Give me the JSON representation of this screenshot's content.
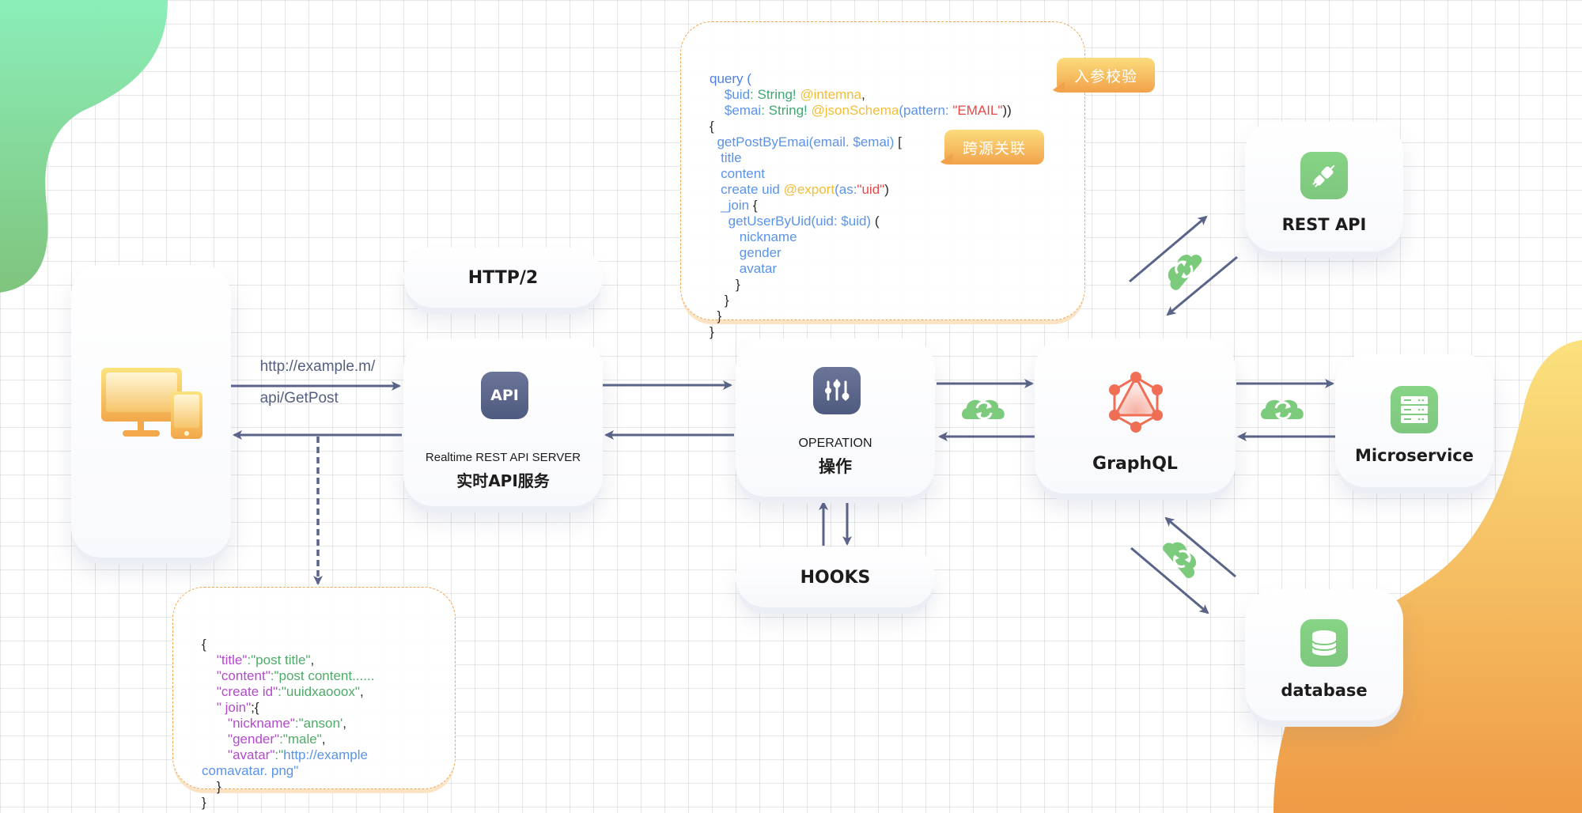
{
  "client": {
    "icon": "devices-icon",
    "request_url_line1": "http://example.m/",
    "request_url_line2": "api/GetPost"
  },
  "http2": {
    "label": "HTTP/2"
  },
  "api_server": {
    "icon_text": "API",
    "title_en": "Realtime REST API SERVER",
    "title_zh": "实时API服务"
  },
  "operation": {
    "icon": "sliders-icon",
    "title_en": "OPERATION",
    "title_zh": "操作"
  },
  "hooks": {
    "label": "HOOKS"
  },
  "graphql": {
    "icon": "graphql-logo-icon",
    "title": "GraphQL"
  },
  "rest_api": {
    "icon": "plug-icon",
    "title": "REST API"
  },
  "microservice": {
    "icon": "server-icon",
    "title": "Microservice"
  },
  "database": {
    "icon": "database-icon",
    "title": "database"
  },
  "tags": {
    "input_validation": "入参校验",
    "cross_source_join": "跨源关联"
  },
  "query_code": [
    [
      {
        "t": "query (",
        "c": "blue"
      }
    ],
    [
      {
        "t": "    $uid",
        "c": "lblue"
      },
      {
        "t": ": String! ",
        "c": "green"
      },
      {
        "t": "@intemna",
        "c": "yellow"
      },
      {
        "t": ",",
        "c": "dark"
      }
    ],
    [
      {
        "t": "    $emai",
        "c": "lblue"
      },
      {
        "t": ": String! ",
        "c": "green"
      },
      {
        "t": "@jsonSchema",
        "c": "yellow"
      },
      {
        "t": "(pattern: ",
        "c": "lblue"
      },
      {
        "t": "\"EMAIL\"",
        "c": "red"
      },
      {
        "t": "))",
        "c": "dark"
      }
    ],
    [
      {
        "t": "{",
        "c": "dark"
      }
    ],
    [
      {
        "t": "  getPostByEmai(email. $emai) ",
        "c": "lblue"
      },
      {
        "t": "[",
        "c": "dark"
      }
    ],
    [
      {
        "t": "   title",
        "c": "lblue"
      }
    ],
    [
      {
        "t": "   content",
        "c": "lblue"
      }
    ],
    [
      {
        "t": "   create uid ",
        "c": "lblue"
      },
      {
        "t": "@export",
        "c": "yellow"
      },
      {
        "t": "(as:",
        "c": "lblue"
      },
      {
        "t": "\"uid\"",
        "c": "red"
      },
      {
        "t": ")",
        "c": "dark"
      }
    ],
    [
      {
        "t": "   _join ",
        "c": "lblue"
      },
      {
        "t": "{",
        "c": "dark"
      }
    ],
    [
      {
        "t": "     getUserByUid",
        "c": "lblue"
      },
      {
        "t": "(uid: $uid) ",
        "c": "lblue"
      },
      {
        "t": "(",
        "c": "dark"
      }
    ],
    [
      {
        "t": "        nickname",
        "c": "lblue"
      }
    ],
    [
      {
        "t": "        gender",
        "c": "lblue"
      }
    ],
    [
      {
        "t": "        avatar",
        "c": "lblue"
      }
    ],
    [
      {
        "t": "       }",
        "c": "dark"
      }
    ],
    [
      {
        "t": "    }",
        "c": "dark"
      }
    ],
    [
      {
        "t": "  }",
        "c": "dark"
      }
    ],
    [
      {
        "t": "}",
        "c": "dark"
      }
    ]
  ],
  "response_json": [
    [
      {
        "t": "{",
        "c": "dark"
      }
    ],
    [
      {
        "t": "    \"title\"",
        "c": "purple"
      },
      {
        "t": ":\"post title\"",
        "c": "jgreen"
      },
      {
        "t": ",",
        "c": "dark"
      }
    ],
    [
      {
        "t": "    \"content\"",
        "c": "purple"
      },
      {
        "t": ":\"post content......",
        "c": "jgreen"
      }
    ],
    [
      {
        "t": "    \"create id\"",
        "c": "purple"
      },
      {
        "t": ":\"uuidxaooox\"",
        "c": "jgreen"
      },
      {
        "t": ",",
        "c": "dark"
      }
    ],
    [
      {
        "t": "    \" join\"",
        "c": "purple"
      },
      {
        "t": ";{",
        "c": "dark"
      }
    ],
    [
      {
        "t": "       \"nickname\"",
        "c": "purple"
      },
      {
        "t": ":\"anson'",
        "c": "jgreen"
      },
      {
        "t": ",",
        "c": "dark"
      }
    ],
    [
      {
        "t": "       \"gender\"",
        "c": "purple"
      },
      {
        "t": ":\"male\"",
        "c": "jgreen"
      },
      {
        "t": ",",
        "c": "dark"
      }
    ],
    [
      {
        "t": "       \"avatar\"",
        "c": "purple"
      },
      {
        "t": ":\"",
        "c": "jgreen"
      },
      {
        "t": "http://example",
        "c": "lblue"
      }
    ],
    [
      {
        "t": "comavatar. png\"",
        "c": "lblue"
      }
    ],
    [
      {
        "t": "    }",
        "c": "dark"
      }
    ],
    [
      {
        "t": "}",
        "c": "dark"
      }
    ]
  ],
  "colors": {
    "arrow": "#5a6488",
    "sync_cloud": "#7ccb7c",
    "graphql": "#ef6e55",
    "code_border": "#f0a552",
    "blob_green_top": "#8beeb8",
    "blob_green_bottom": "#7fc47d",
    "blob_orange_top": "#fbe17e",
    "blob_orange_bottom": "#ef9a45"
  }
}
